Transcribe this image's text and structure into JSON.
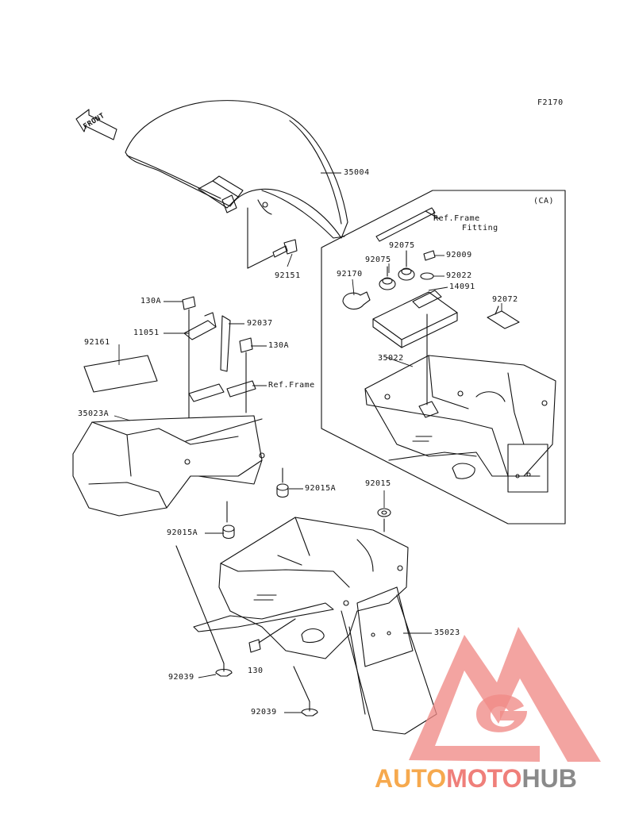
{
  "figure_code": "F2170",
  "front_tag": "FRONT",
  "region_tag": "(CA)",
  "labels": {
    "p35004": "35004",
    "p92151": "92151",
    "p130A_1": "130A",
    "p11051": "11051",
    "p92037": "92037",
    "p130A_2": "130A",
    "p92161": "92161",
    "pRefFrame": "Ref.Frame",
    "p35023A": "35023A",
    "p92015A_1": "92015A",
    "p92015": "92015",
    "p92015A_2": "92015A",
    "p35023": "35023",
    "p130": "130",
    "p92039_1": "92039",
    "p92039_2": "92039",
    "ca_RefFrameFitting_1": "Ref.Frame",
    "ca_RefFrameFitting_2": "Fitting",
    "ca_92075_1": "92075",
    "ca_92075_2": "92075",
    "ca_92009": "92009",
    "ca_92170": "92170",
    "ca_92022": "92022",
    "ca_14091": "14091",
    "ca_92072": "92072",
    "ca_35022": "35022"
  },
  "watermark": {
    "auto": "AUTO",
    "moto": "MOTO",
    "hub": "HUB",
    "colors": {
      "auto": "#f6a94e",
      "moto": "#ef7f7a",
      "hub": "#8a8a8a",
      "logo": "#f08a86"
    }
  }
}
